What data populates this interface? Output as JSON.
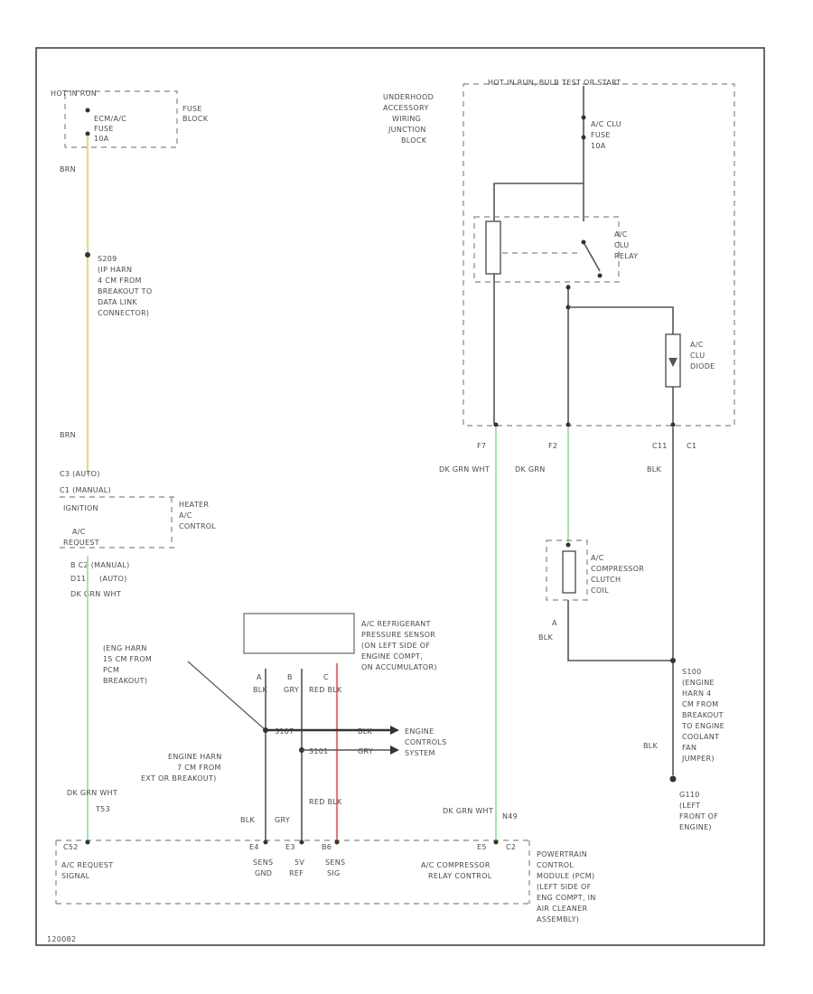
{
  "colors": {
    "yellow_wire": "#e6d98a",
    "green_wire": "#a6e6a6",
    "red_wire": "#e07a7a",
    "line": "#555555",
    "frame": "#444444"
  },
  "labels": {
    "hot_in_run": "HOT IN RUN, BULB TEST OR START",
    "underhood_l1": "UNDERHOOD",
    "underhood_l2": "ACCESSORY",
    "underhood_l3": "WIRING",
    "underhood_l4": "JUNCTION",
    "underhood_l5": "BLOCK",
    "ac_clu_fuse_l1": "A/C CLU",
    "ac_clu_fuse_l2": "FUSE",
    "ac_clu_fuse_l3": "10A",
    "ac_clu_relay_l1": "A/C",
    "ac_clu_relay_l2": "CLU",
    "ac_clu_relay_l3": "RELAY",
    "ac_clu_diode_l1": "A/C",
    "ac_clu_diode_l2": "CLU",
    "ac_clu_diode_l3": "DIODE",
    "f7": "F7",
    "f2": "F2",
    "c11": "C11",
    "c1": "C1",
    "dk_grn_wht": "DK GRN WHT",
    "dk_grn": "DK GRN",
    "blk": "BLK",
    "hot_in_run_left": "HOT IN RUN",
    "ecm_fuse_l1": "ECM/A/C",
    "ecm_fuse_l2": "FUSE",
    "ecm_fuse_l3": "10A",
    "fuse_block_l1": "FUSE",
    "fuse_block_l2": "BLOCK",
    "brn": "BRN",
    "s209_l1": "S209",
    "s209_l2": "(IP HARN",
    "s209_l3": "4 CM FROM",
    "s209_l4": "BREAKOUT TO",
    "s209_l5": "DATA LINK",
    "s209_l6": "CONNECTOR)",
    "brn2": "BRN",
    "c3_auto": "C3  (AUTO)",
    "c1_manual": "C1  (MANUAL)",
    "ignition": "IGNITION",
    "ac_request_l1": "A/C",
    "ac_request_l2": "REQUEST",
    "heater_l1": "HEATER",
    "heater_l2": "A/C",
    "heater_l3": "CONTROL",
    "b_c2": "B   C2  (MANUAL)",
    "d11": "D11",
    "auto": "(AUTO)",
    "dk_grn_wht_left": "DK GRN WHT",
    "sensor_l1": "A/C REFRIGERANT",
    "sensor_l2": "PRESSURE SENSOR",
    "sensor_l3": "(ON LEFT SIDE OF",
    "sensor_l4": "ENGINE COMPT,",
    "sensor_l5": "ON ACCUMULATOR)",
    "pin_a": "A",
    "pin_b": "B",
    "pin_c": "C",
    "blk_a": "BLK",
    "gry_b": "GRY",
    "red_blk": "RED BLK",
    "eng_harn_l1": "(ENG HARN",
    "eng_harn_l2": "15 CM FROM",
    "eng_harn_l3": "PCM",
    "eng_harn_l4": "BREAKOUT)",
    "s107": "S107",
    "s101": "S101",
    "blk_arrow": "BLK",
    "gry_arrow": "GRY",
    "engine_ctrl_l1": "ENGINE",
    "engine_ctrl_l2": "CONTROLS",
    "engine_ctrl_l3": "SYSTEM",
    "eng_harn2_l1": "ENGINE HARN",
    "eng_harn2_l2": "7 CM FROM",
    "eng_harn2_l3": "EXT OR BREAKOUT)",
    "compressor_l1": "A/C",
    "compressor_l2": "COMPRESSOR",
    "compressor_l3": "CLUTCH",
    "compressor_l4": "COIL",
    "pin_a2": "A",
    "blk2": "BLK",
    "s100_l1": "S100",
    "s100_l2": "(ENGINE",
    "s100_l3": "HARN 4",
    "s100_l4": "CM FROM",
    "s100_l5": "BREAKOUT",
    "s100_l6": "TO ENGINE",
    "s100_l7": "COOLANT",
    "s100_l8": "FAN",
    "s100_l9": "JUMPER)",
    "blk3": "BLK",
    "g110_l1": "G110",
    "g110_l2": "(LEFT",
    "g110_l3": "FRONT OF",
    "g110_l4": "ENGINE)",
    "dk_grn_wht_b": "DK GRN WHT",
    "t53": "T53",
    "blk_bot": "BLK",
    "gry_bot": "GRY",
    "red_blk_bot": "RED BLK",
    "dk_grn_wht_b2": "DK GRN WHT",
    "n49": "N49",
    "pin_c52": "C52",
    "pin_e4": "E4",
    "pin_e3": "E3",
    "pin_b6": "B6",
    "pin_e5": "E5",
    "pin_c2": "C2",
    "ac_req_sig_l1": "A/C REQUEST",
    "ac_req_sig_l2": "SIGNAL",
    "sens_gnd_l1": "SENS",
    "sens_gnd_l2": "GND",
    "5v_ref_l1": "5V",
    "5v_ref_l2": "REF",
    "sens_sig_l1": "SENS",
    "sens_sig_l2": "SIG",
    "ac_comp_relay_l1": "A/C COMPRESSOR",
    "ac_comp_relay_l2": "RELAY CONTROL",
    "pcm_l1": "POWERTRAIN",
    "pcm_l2": "CONTROL",
    "pcm_l3": "MODULE (PCM)",
    "pcm_l4": "(LEFT SIDE OF",
    "pcm_l5": "ENG COMPT, IN",
    "pcm_l6": "AIR CLEANER",
    "pcm_l7": "ASSEMBLY)",
    "ref_id": "120082"
  }
}
